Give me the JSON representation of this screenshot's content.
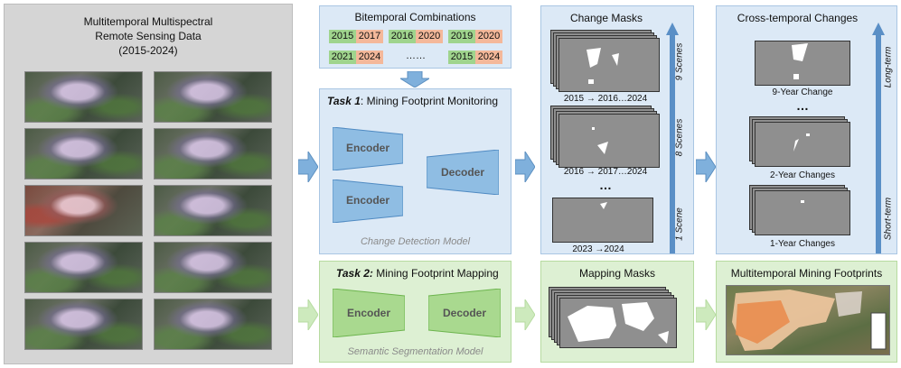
{
  "data_panel": {
    "title_line1": "Multitemporal Multispectral",
    "title_line2": "Remote Sensing Data",
    "title_line3": "(2015-2024)"
  },
  "combos": {
    "title": "Bitemporal Combinations",
    "row1": [
      "2015",
      "2017",
      "2016",
      "2020",
      "2019",
      "2020"
    ],
    "row2": [
      "2021",
      "2024",
      "……",
      "2015",
      "2024"
    ]
  },
  "task1": {
    "prefix": "Task 1",
    "text": ": Mining Footprint Monitoring",
    "encoder1": "Encoder",
    "encoder2": "Encoder",
    "decoder": "Decoder",
    "model": "Change Detection Model"
  },
  "task2": {
    "prefix": "Task 2:",
    "text": " Mining Footprint Mapping",
    "encoder": "Encoder",
    "decoder": "Decoder",
    "model": "Semantic Segmentation Model"
  },
  "change_masks": {
    "title": "Change Masks",
    "cap1": "2015 → 2016…2024",
    "cap2": "2016 → 2017…2024",
    "dots": "…",
    "cap3": "2023 →2024",
    "lab9": "9 Scenes",
    "lab8": "8 Scenes",
    "lab1": "1 Scene"
  },
  "cross": {
    "title": "Cross-temporal Changes",
    "cap1": "9-Year Change",
    "dots": "…",
    "cap2": "2-Year Changes",
    "cap3": "1-Year Changes",
    "long": "Long-term",
    "short": "Short-term"
  },
  "mapping_masks": {
    "title": "Mapping Masks"
  },
  "footprints": {
    "title": "Multitemporal Mining Footprints"
  }
}
